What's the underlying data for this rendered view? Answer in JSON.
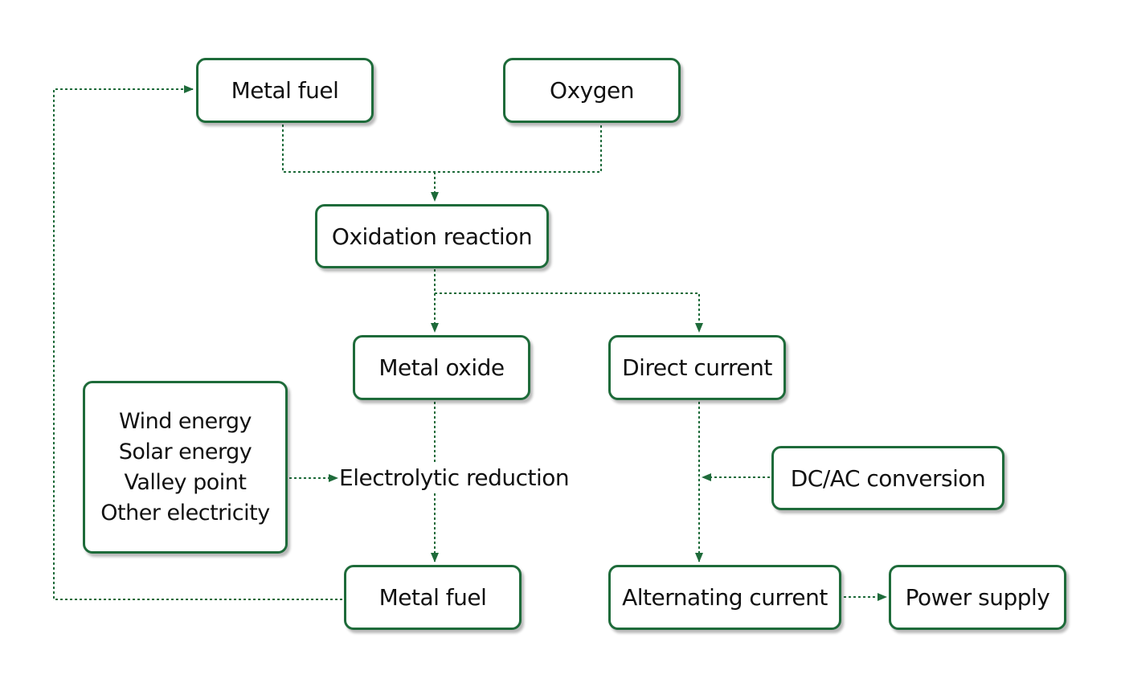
{
  "colors": {
    "border": "#1e6b3a",
    "arrow": "#1e6b3a"
  },
  "nodes": {
    "metal_fuel_top": "Metal fuel",
    "oxygen": "Oxygen",
    "oxidation_reaction": "Oxidation reaction",
    "metal_oxide": "Metal oxide",
    "direct_current": "Direct current",
    "energy_sources": [
      "Wind energy",
      "Solar energy",
      "Valley point",
      "Other electricity"
    ],
    "electrolytic_reduction": "Electrolytic reduction",
    "dc_ac_conversion": "DC/AC conversion",
    "metal_fuel_bottom": "Metal fuel",
    "alternating_current": "Alternating current",
    "power_supply": "Power supply"
  }
}
